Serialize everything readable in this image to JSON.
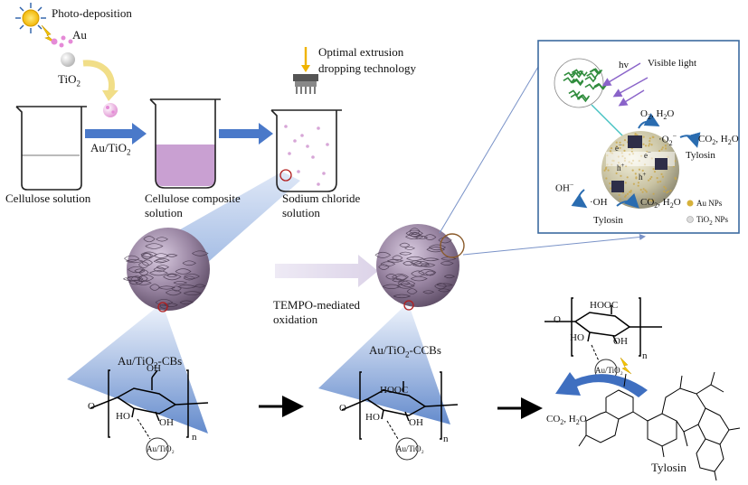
{
  "labels": {
    "photo_deposition": "Photo-deposition",
    "au": "Au",
    "tio2": "TiO",
    "tio2_sub": "2",
    "au_tio2": "Au/TiO",
    "au_tio2_sub": "2",
    "optimal_extrusion_l1": "Optimal extrusion",
    "optimal_extrusion_l2": "dropping technology",
    "cellulose_solution": "Cellulose solution",
    "cellulose_composite_l1": "Cellulose composite",
    "cellulose_composite_l2": "solution",
    "sodium_chloride_l1": "Sodium chloride",
    "sodium_chloride_l2": "solution",
    "tempo_l1": "TEMPO-mediated",
    "tempo_l2": "oxidation",
    "au_tio2_cbs": "Au/TiO",
    "au_tio2_cbs_sub": "2",
    "au_tio2_cbs_suffix": "-CBs",
    "au_tio2_ccbs": "Au/TiO",
    "au_tio2_ccbs_sub": "2",
    "au_tio2_ccbs_suffix": "-CCBs",
    "tylosin_bottom": "Tylosin",
    "co2_h2o_bottom": "CO",
    "co2_h2o_bottom_sub": "2",
    "co2_h2o_bottom_suffix": ",  H",
    "co2_h2o_bottom_sub2": "2",
    "co2_h2o_bottom_suffix2": "O"
  },
  "inset": {
    "hv": "hv",
    "visible_light": "Visible light",
    "o2_h2o": "O",
    "o2_h2o_sub": "2",
    "o2_h2o_suffix": ", H",
    "o2_h2o_sub2": "2",
    "o2_h2o_suffix2": "O",
    "superoxide": "·O",
    "superoxide_sub": "2",
    "superoxide_sup": "−",
    "co2_h2o_right": "CO",
    "co2_h2o_right_sub": "2",
    "co2_h2o_right_suffix": ", H",
    "co2_h2o_right_sub2": "2",
    "co2_h2o_right_suffix2": "O",
    "tylosin_right": "Tylosin",
    "oh_minus": "OH",
    "oh_minus_sup": "−",
    "oh_radical": "·OH",
    "co2_h2o_bottom": "CO",
    "co2_h2o_bottom_sub": "2",
    "co2_h2o_bottom_suffix": ", H",
    "co2_h2o_bottom_sub2": "2",
    "co2_h2o_bottom_suffix2": "O",
    "tylosin_bottom": "Tylosin",
    "legend_au": "Au NPs",
    "legend_tio2": "TiO",
    "legend_tio2_sub": "2",
    "legend_tio2_suffix": " NPs",
    "electron": "e",
    "electron_sup": "−",
    "hole": "h",
    "hole_sup": "+"
  },
  "chem": {
    "oh": "OH",
    "ho": "HO",
    "hooc": "HOOC",
    "n": "n",
    "au_tio2_small": "Au/TiO₂"
  },
  "colors": {
    "arrow_blue": "#4a79c9",
    "beaker_pink": "#c9a0d2",
    "sphere": "#8a7592",
    "inset_border": "#3c6aa0",
    "spotlight": "#3f6fc0",
    "molecule_net": "#2f8c3c"
  }
}
